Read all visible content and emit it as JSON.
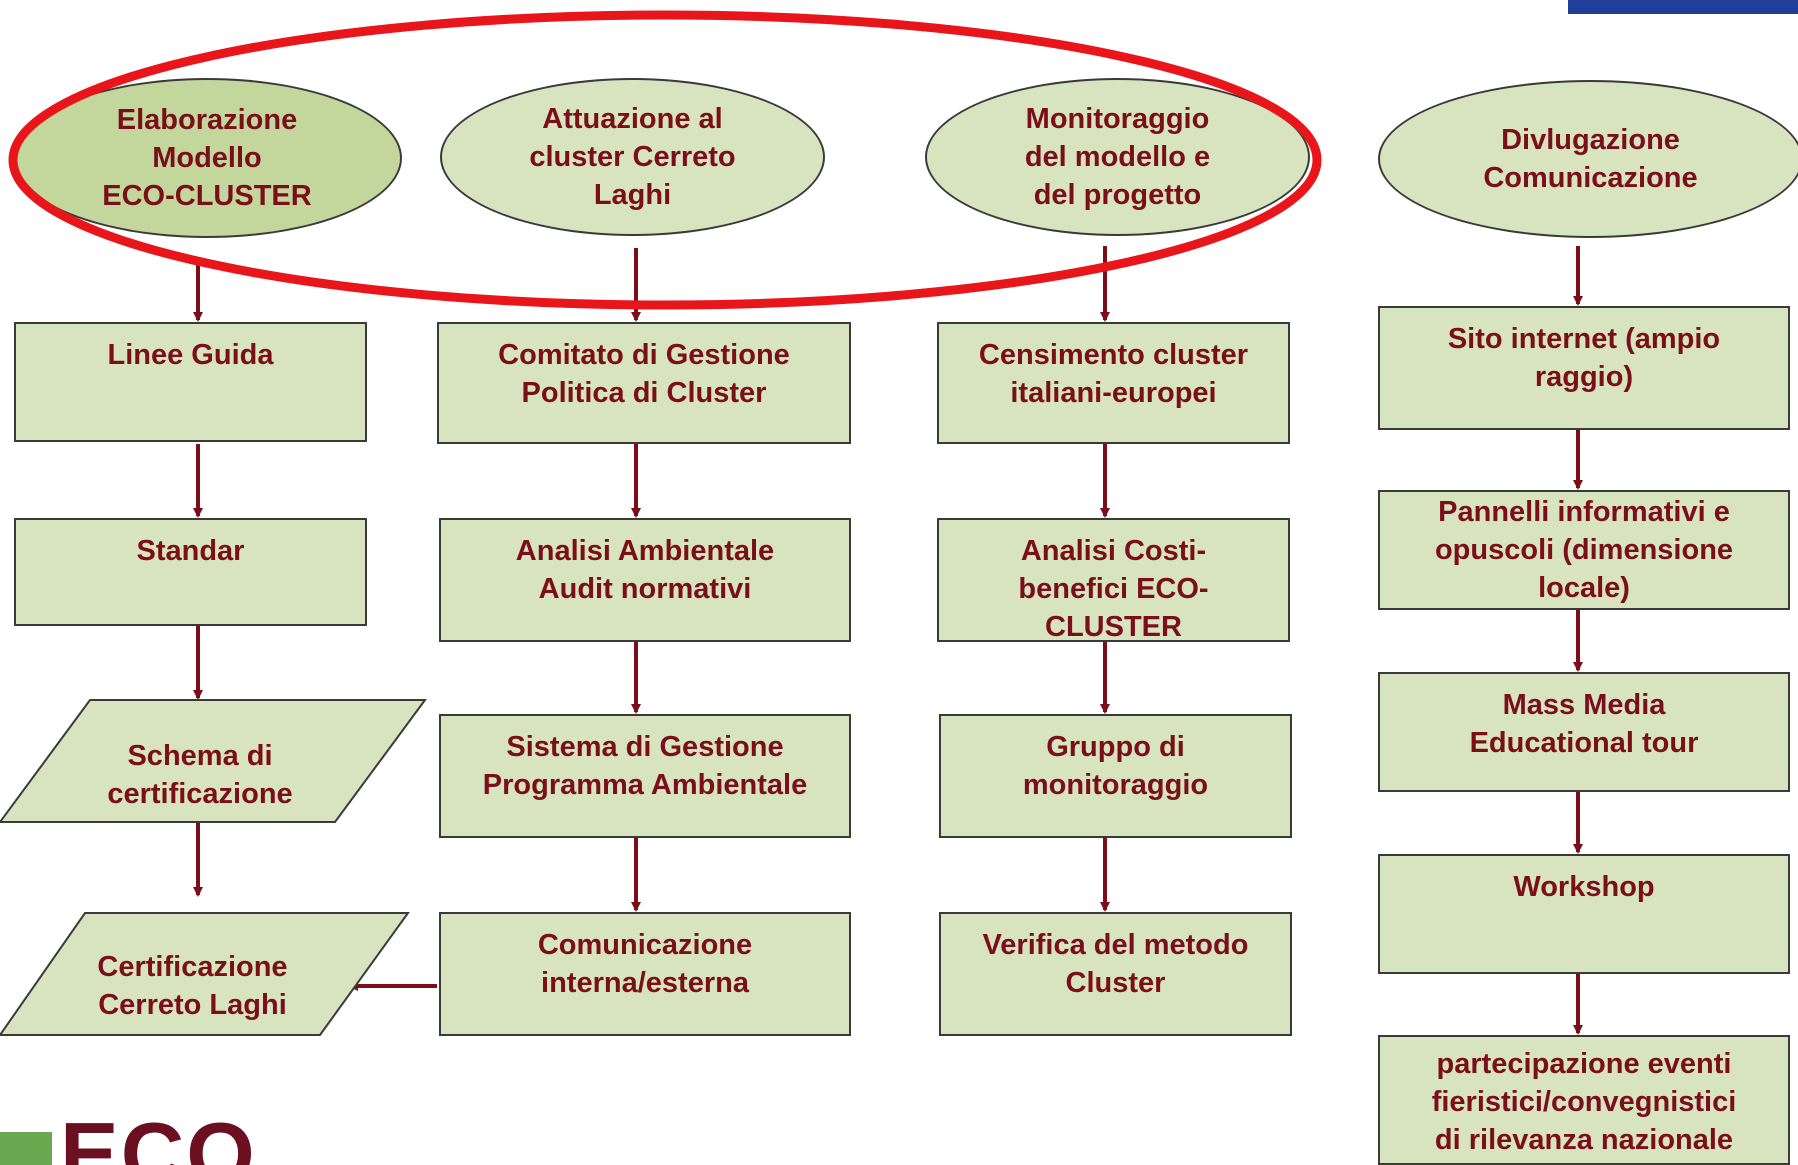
{
  "columns": [
    {
      "header": "Elaborazione\nModello\nECO-CLUSTER",
      "steps": [
        "Linee Guida",
        "Standar",
        "Schema di\ncertificazione",
        "Certificazione\nCerreto Laghi"
      ]
    },
    {
      "header": "Attuazione al\ncluster Cerreto\nLaghi",
      "steps": [
        "Comitato di Gestione\nPolitica di Cluster",
        "Analisi Ambientale\nAudit normativi",
        "Sistema di Gestione\nProgramma Ambientale",
        "Comunicazione\ninterna/esterna"
      ]
    },
    {
      "header": "Monitoraggio\ndel modello e\ndel progetto",
      "steps": [
        "Censimento cluster\nitaliani-europei",
        "Analisi Costi-\nbenefici ECO-\nCLUSTER",
        "Gruppo di\nmonitoraggio",
        "Verifica del metodo\nCluster"
      ]
    },
    {
      "header": "Divlugazione\nComunicazione",
      "steps": [
        "Sito internet (ampio\nraggio)",
        "Pannelli informativi e\nopuscoli (dimensione\nlocale)",
        "Mass Media\nEducational tour",
        "Workshop",
        "partecipazione eventi\nfieristici/convegnistici\ndi rilevanza nazionale"
      ]
    }
  ],
  "logo": {
    "text": "ECO"
  },
  "colors": {
    "box_fill": "#d8e4bf",
    "header_fill_highlight": "#c3d69c",
    "text": "#7a0f1a",
    "arrow": "#7a0f1a",
    "highlight_ring": "#e8161b",
    "eu_flag": "#1f3f9a"
  }
}
